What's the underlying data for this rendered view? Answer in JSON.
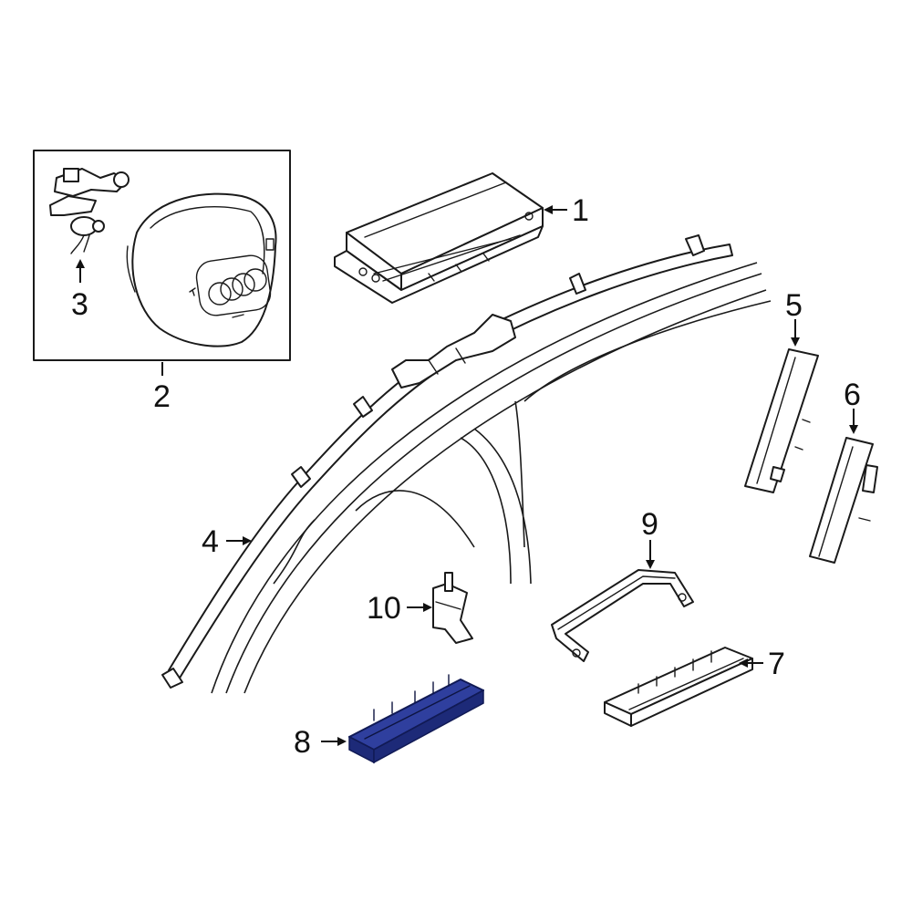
{
  "diagram": {
    "callouts": [
      {
        "id": "1",
        "label": "1"
      },
      {
        "id": "2",
        "label": "2"
      },
      {
        "id": "3",
        "label": "3"
      },
      {
        "id": "4",
        "label": "4"
      },
      {
        "id": "5",
        "label": "5"
      },
      {
        "id": "6",
        "label": "6"
      },
      {
        "id": "7",
        "label": "7"
      },
      {
        "id": "8",
        "label": "8"
      },
      {
        "id": "9",
        "label": "9"
      },
      {
        "id": "10",
        "label": "10"
      }
    ],
    "colors": {
      "line": "#1a1a1a",
      "highlight": "#2f3f9e",
      "background": "#ffffff"
    },
    "highlighted_part": "8"
  }
}
